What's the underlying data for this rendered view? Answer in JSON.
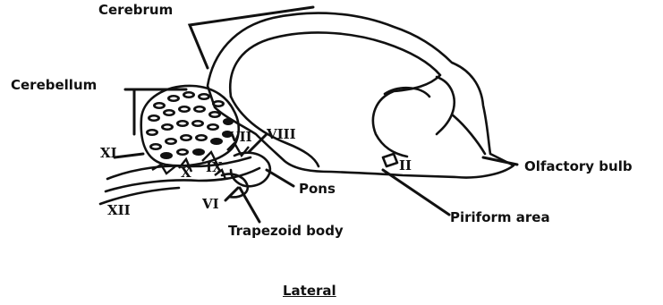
{
  "diagram": {
    "caption": "Lateral",
    "labels": {
      "cerebrum": "Cerebrum",
      "cerebellum": "Cerebellum",
      "olfactory_bulb": "Olfactory bulb",
      "piriform_area": "Piriform area",
      "pons": "Pons",
      "trapezoid_body": "Trapezoid body"
    },
    "cranial_nerves": {
      "ii": "II",
      "vi": "VI",
      "vii": "VII",
      "viii": "VIII",
      "ix": "IX",
      "x": "X",
      "xi": "XI",
      "xii": "XII"
    },
    "colors": {
      "ink": "#111111",
      "background": "#ffffff"
    }
  }
}
